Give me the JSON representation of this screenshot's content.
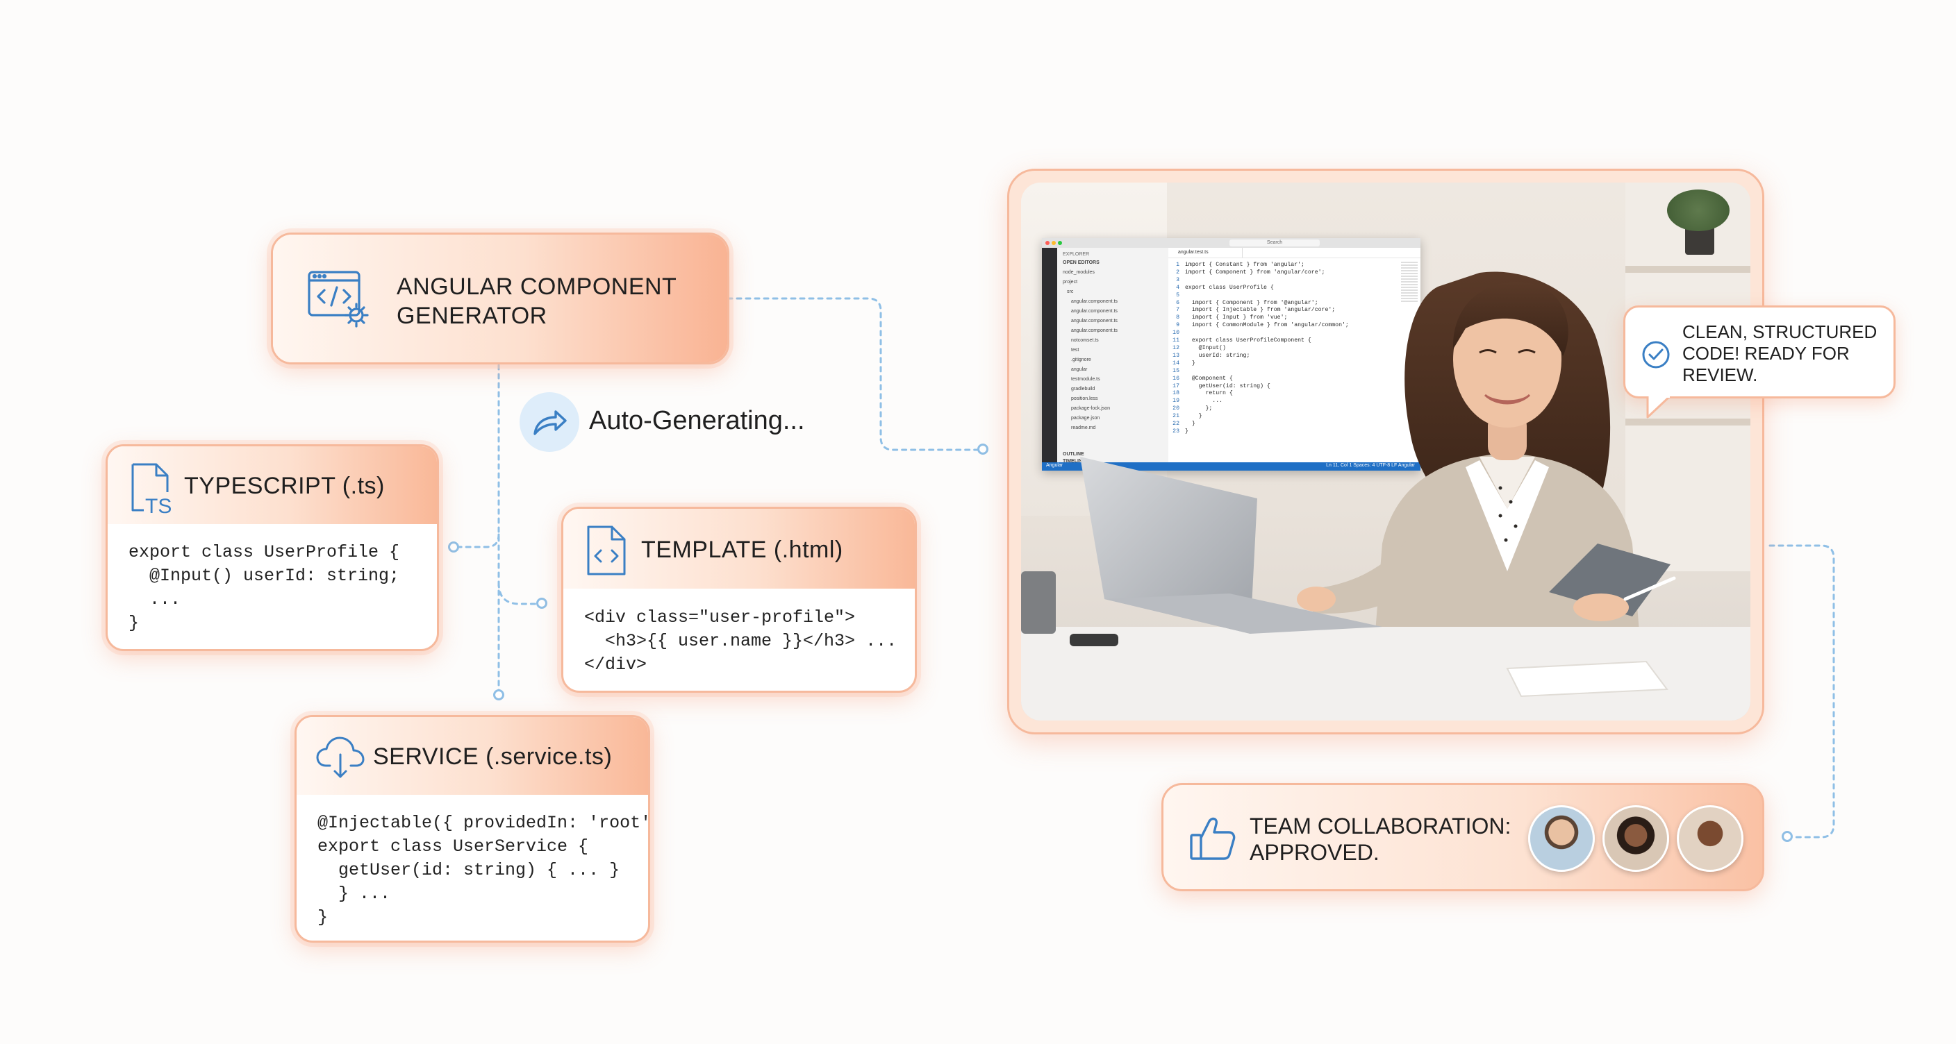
{
  "generator": {
    "title_line1": "ANGULAR COMPONENT",
    "title_line2": "GENERATOR"
  },
  "status": {
    "label": "Auto-Generating..."
  },
  "typescript": {
    "title": "TYPESCRIPT (.ts)",
    "icon_label": "TS",
    "code": "export class UserProfile {\n  @Input() userId: string;\n  ...\n}"
  },
  "template": {
    "title": "TEMPLATE (.html)",
    "code": "<div class=\"user-profile\">\n  <h3>{{ user.name }}</h3> ...\n</div>"
  },
  "service": {
    "title": "SERVICE (.service.ts)",
    "code": "@Injectable({ providedIn: 'root' })\nexport class UserService {\n  getUser(id: string) { ... }\n  } ...\n}"
  },
  "review": {
    "line1": "CLEAN, STRUCTURED",
    "line2": "CODE! READY FOR",
    "line3": "REVIEW."
  },
  "collaboration": {
    "line1": "TEAM COLLABORATION:",
    "line2": "APPROVED."
  },
  "ide": {
    "search": "Search",
    "explorer": "EXPLORER",
    "open_editors": "OPEN EDITORS",
    "outline": "OUTLINE",
    "timeline": "TIMELINE",
    "tab": "angular.test.ts",
    "files": [
      "node_modules",
      "project",
      "src",
      "angular.component.ts",
      "angular.component.ts",
      "angular.component.ts",
      "angular.component.ts",
      "notcomset.ts",
      "test",
      ".gitignore",
      "angular",
      "testmodule.ts",
      "gradlebuild",
      "position.less",
      "package-lock.json",
      "package.json",
      "readme.md"
    ],
    "line_numbers": "1\n2\n3\n4\n5\n6\n7\n8\n9\n10\n11\n12\n13\n14\n15\n16\n17\n18\n19\n20\n21\n22\n23",
    "code": "import { Constant } from 'angular';\nimport { Component } from 'angular/core';\n\nexport class UserProfile {\n\n  import { Component } from '@angular';\n  import { Injectable } from 'angular/core';\n  import { Input } from 'vue';\n  import { CommonModule } from 'angular/common';\n\n  export class UserProfileComponent {\n    @Input()\n    userId: string;\n  }\n\n  @Component {\n    getUser(id: string) {\n      return {\n        ...\n      };\n    }\n  }\n}",
    "status_left": "Angular",
    "status_right": "Ln 11, Col 1   Spaces: 4   UTF-8   LF   Angular"
  },
  "colors": {
    "accent": "#f8a07a",
    "connector": "#8fbfe6",
    "icon_blue": "#3a7fc4"
  }
}
